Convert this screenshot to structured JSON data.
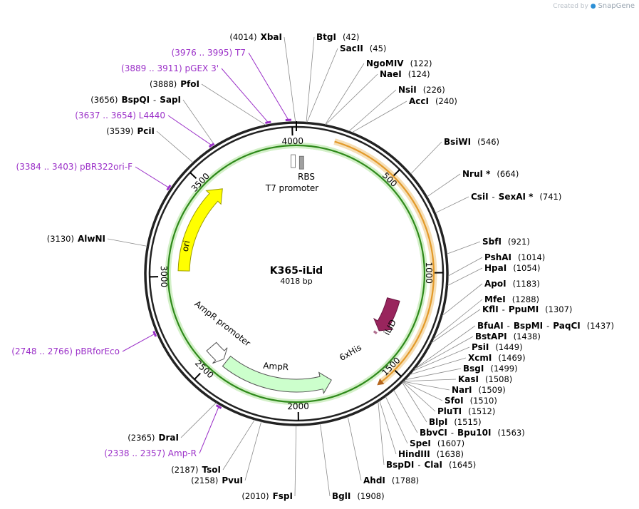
{
  "brand": {
    "prefix": "Created by",
    "name": "SnapGene"
  },
  "plasmid": {
    "name": "K365-iLid",
    "length_label": "4018 bp",
    "length": 4018
  },
  "ticks": [
    "4000",
    "500",
    "1000",
    "1500",
    "2000",
    "2500",
    "3000",
    "3500"
  ],
  "sites": [
    {
      "pos": 4014,
      "left": true,
      "parts": [
        {
          "t": "(4014)",
          "b": false
        },
        {
          "t": "XbaI",
          "b": true
        }
      ]
    },
    {
      "pos": 42,
      "left": false,
      "parts": [
        {
          "t": "BtgI",
          "b": true
        },
        {
          "t": "(42)",
          "b": false
        }
      ]
    },
    {
      "pos": 45,
      "left": false,
      "parts": [
        {
          "t": "SacII",
          "b": true
        },
        {
          "t": "(45)",
          "b": false
        }
      ]
    },
    {
      "pos": 122,
      "left": false,
      "parts": [
        {
          "t": "NgoMIV",
          "b": true
        },
        {
          "t": "(122)",
          "b": false
        }
      ]
    },
    {
      "pos": 124,
      "left": false,
      "parts": [
        {
          "t": "NaeI",
          "b": true
        },
        {
          "t": "(124)",
          "b": false
        }
      ]
    },
    {
      "pos": 226,
      "left": false,
      "parts": [
        {
          "t": "NsiI",
          "b": true
        },
        {
          "t": "(226)",
          "b": false
        }
      ]
    },
    {
      "pos": 240,
      "left": false,
      "parts": [
        {
          "t": "AccI",
          "b": true
        },
        {
          "t": "(240)",
          "b": false
        }
      ]
    },
    {
      "pos": 546,
      "left": false,
      "parts": [
        {
          "t": "BsiWI",
          "b": true
        },
        {
          "t": "(546)",
          "b": false
        }
      ]
    },
    {
      "pos": 664,
      "left": false,
      "parts": [
        {
          "t": "NruI *",
          "b": true
        },
        {
          "t": "(664)",
          "b": false
        }
      ]
    },
    {
      "pos": 741,
      "left": false,
      "parts": [
        {
          "t": "CsiI",
          "b": true
        },
        {
          "t": "-",
          "b": false
        },
        {
          "t": "SexAI *",
          "b": true
        },
        {
          "t": "(741)",
          "b": false
        }
      ]
    },
    {
      "pos": 921,
      "left": false,
      "parts": [
        {
          "t": "SbfI",
          "b": true
        },
        {
          "t": "(921)",
          "b": false
        }
      ]
    },
    {
      "pos": 1014,
      "left": false,
      "parts": [
        {
          "t": "PshAI",
          "b": true
        },
        {
          "t": "(1014)",
          "b": false
        }
      ]
    },
    {
      "pos": 1054,
      "left": false,
      "parts": [
        {
          "t": "HpaI",
          "b": true
        },
        {
          "t": "(1054)",
          "b": false
        }
      ]
    },
    {
      "pos": 1183,
      "left": false,
      "parts": [
        {
          "t": "ApoI",
          "b": true
        },
        {
          "t": "(1183)",
          "b": false
        }
      ]
    },
    {
      "pos": 1288,
      "left": false,
      "parts": [
        {
          "t": "MfeI",
          "b": true
        },
        {
          "t": "(1288)",
          "b": false
        }
      ]
    },
    {
      "pos": 1307,
      "left": false,
      "parts": [
        {
          "t": "KflI",
          "b": true
        },
        {
          "t": "-",
          "b": false
        },
        {
          "t": "PpuMI",
          "b": true
        },
        {
          "t": "(1307)",
          "b": false
        }
      ]
    },
    {
      "pos": 1437,
      "left": false,
      "parts": [
        {
          "t": "BfuAI",
          "b": true
        },
        {
          "t": "-",
          "b": false
        },
        {
          "t": "BspMI",
          "b": true
        },
        {
          "t": "-",
          "b": false
        },
        {
          "t": "PaqCI",
          "b": true
        },
        {
          "t": "(1437)",
          "b": false
        }
      ]
    },
    {
      "pos": 1438,
      "left": false,
      "parts": [
        {
          "t": "BstAPI",
          "b": true
        },
        {
          "t": "(1438)",
          "b": false
        }
      ]
    },
    {
      "pos": 1449,
      "left": false,
      "parts": [
        {
          "t": "PsiI",
          "b": true
        },
        {
          "t": "(1449)",
          "b": false
        }
      ]
    },
    {
      "pos": 1469,
      "left": false,
      "parts": [
        {
          "t": "XcmI",
          "b": true
        },
        {
          "t": "(1469)",
          "b": false
        }
      ]
    },
    {
      "pos": 1499,
      "left": false,
      "parts": [
        {
          "t": "BsgI",
          "b": true
        },
        {
          "t": "(1499)",
          "b": false
        }
      ]
    },
    {
      "pos": 1508,
      "left": false,
      "parts": [
        {
          "t": "KasI",
          "b": true
        },
        {
          "t": "(1508)",
          "b": false
        }
      ]
    },
    {
      "pos": 1509,
      "left": false,
      "parts": [
        {
          "t": "NarI",
          "b": true
        },
        {
          "t": "(1509)",
          "b": false
        }
      ]
    },
    {
      "pos": 1510,
      "left": false,
      "parts": [
        {
          "t": "SfoI",
          "b": true
        },
        {
          "t": "(1510)",
          "b": false
        }
      ]
    },
    {
      "pos": 1512,
      "left": false,
      "parts": [
        {
          "t": "PluTI",
          "b": true
        },
        {
          "t": "(1512)",
          "b": false
        }
      ]
    },
    {
      "pos": 1515,
      "left": false,
      "parts": [
        {
          "t": "BlpI",
          "b": true
        },
        {
          "t": "(1515)",
          "b": false
        }
      ]
    },
    {
      "pos": 1563,
      "left": false,
      "parts": [
        {
          "t": "BbvCI",
          "b": true
        },
        {
          "t": "-",
          "b": false
        },
        {
          "t": "Bpu10I",
          "b": true
        },
        {
          "t": "(1563)",
          "b": false
        }
      ]
    },
    {
      "pos": 1607,
      "left": false,
      "parts": [
        {
          "t": "SpeI",
          "b": true
        },
        {
          "t": "(1607)",
          "b": false
        }
      ]
    },
    {
      "pos": 1638,
      "left": false,
      "parts": [
        {
          "t": "HindIII",
          "b": true
        },
        {
          "t": "(1638)",
          "b": false
        }
      ]
    },
    {
      "pos": 1645,
      "left": false,
      "parts": [
        {
          "t": "BspDI",
          "b": true
        },
        {
          "t": "-",
          "b": false
        },
        {
          "t": "ClaI",
          "b": true
        },
        {
          "t": "(1645)",
          "b": false
        }
      ]
    },
    {
      "pos": 1788,
      "left": false,
      "parts": [
        {
          "t": "AhdI",
          "b": true
        },
        {
          "t": "(1788)",
          "b": false
        }
      ]
    },
    {
      "pos": 1908,
      "left": false,
      "parts": [
        {
          "t": "BglI",
          "b": true
        },
        {
          "t": "(1908)",
          "b": false
        }
      ]
    },
    {
      "pos": 2010,
      "left": true,
      "parts": [
        {
          "t": "(2010)",
          "b": false
        },
        {
          "t": "FspI",
          "b": true
        }
      ]
    },
    {
      "pos": 2158,
      "left": true,
      "parts": [
        {
          "t": "(2158)",
          "b": false
        },
        {
          "t": "PvuI",
          "b": true
        }
      ]
    },
    {
      "pos": 2187,
      "left": true,
      "parts": [
        {
          "t": "(2187)",
          "b": false
        },
        {
          "t": "TsoI",
          "b": true
        }
      ]
    },
    {
      "pos": 2365,
      "left": true,
      "parts": [
        {
          "t": "(2365)",
          "b": false
        },
        {
          "t": "DraI",
          "b": true
        }
      ]
    },
    {
      "pos": 3130,
      "left": true,
      "parts": [
        {
          "t": "(3130)",
          "b": false
        },
        {
          "t": "AlwNI",
          "b": true
        }
      ]
    },
    {
      "pos": 3539,
      "left": true,
      "parts": [
        {
          "t": "(3539)",
          "b": false
        },
        {
          "t": "PciI",
          "b": true
        }
      ]
    },
    {
      "pos": 3656,
      "left": true,
      "parts": [
        {
          "t": "(3656)",
          "b": false
        },
        {
          "t": "BspQI",
          "b": true
        },
        {
          "t": "-",
          "b": false
        },
        {
          "t": "SapI",
          "b": true
        }
      ]
    },
    {
      "pos": 3888,
      "left": true,
      "parts": [
        {
          "t": "(3888)",
          "b": false
        },
        {
          "t": "PfoI",
          "b": true
        }
      ]
    }
  ],
  "primers": [
    {
      "pos": 3985,
      "text": "(3976 .. 3995)  T7"
    },
    {
      "pos": 3900,
      "text": "(3889 .. 3911)  pGEX 3'"
    },
    {
      "pos": 3645,
      "text": "(3637 .. 3654)  L4440"
    },
    {
      "pos": 3393,
      "text": "(3384 .. 3403)  pBR322ori-F"
    },
    {
      "pos": 2757,
      "text": "(2748 .. 2766)  pBRforEco"
    },
    {
      "pos": 2347,
      "text": "(2338 .. 2357)  Amp-R"
    }
  ],
  "features": [
    {
      "name": "ori",
      "type": "rep_origin",
      "color": "#ffff00"
    },
    {
      "name": "AmpR",
      "type": "CDS",
      "color": "#ccffcc"
    },
    {
      "name": "AmpR promoter",
      "type": "promoter",
      "color": "#ffffff"
    },
    {
      "name": "iLID",
      "type": "CDS",
      "color": "#99255d"
    },
    {
      "name": "6xHis",
      "type": "tag",
      "color": "#a0a0a0"
    },
    {
      "name": "RBS",
      "type": "RBS",
      "color": "#a0a0a0"
    },
    {
      "name": "T7 promoter",
      "type": "promoter",
      "color": "#ffffff"
    }
  ],
  "colors": {
    "backbone": "#222222",
    "primer": "#9b30c8",
    "orf_orange": "#e39a2a",
    "orf_green": "#2f8a1b",
    "orf_green_fill": "#c8efb8"
  }
}
